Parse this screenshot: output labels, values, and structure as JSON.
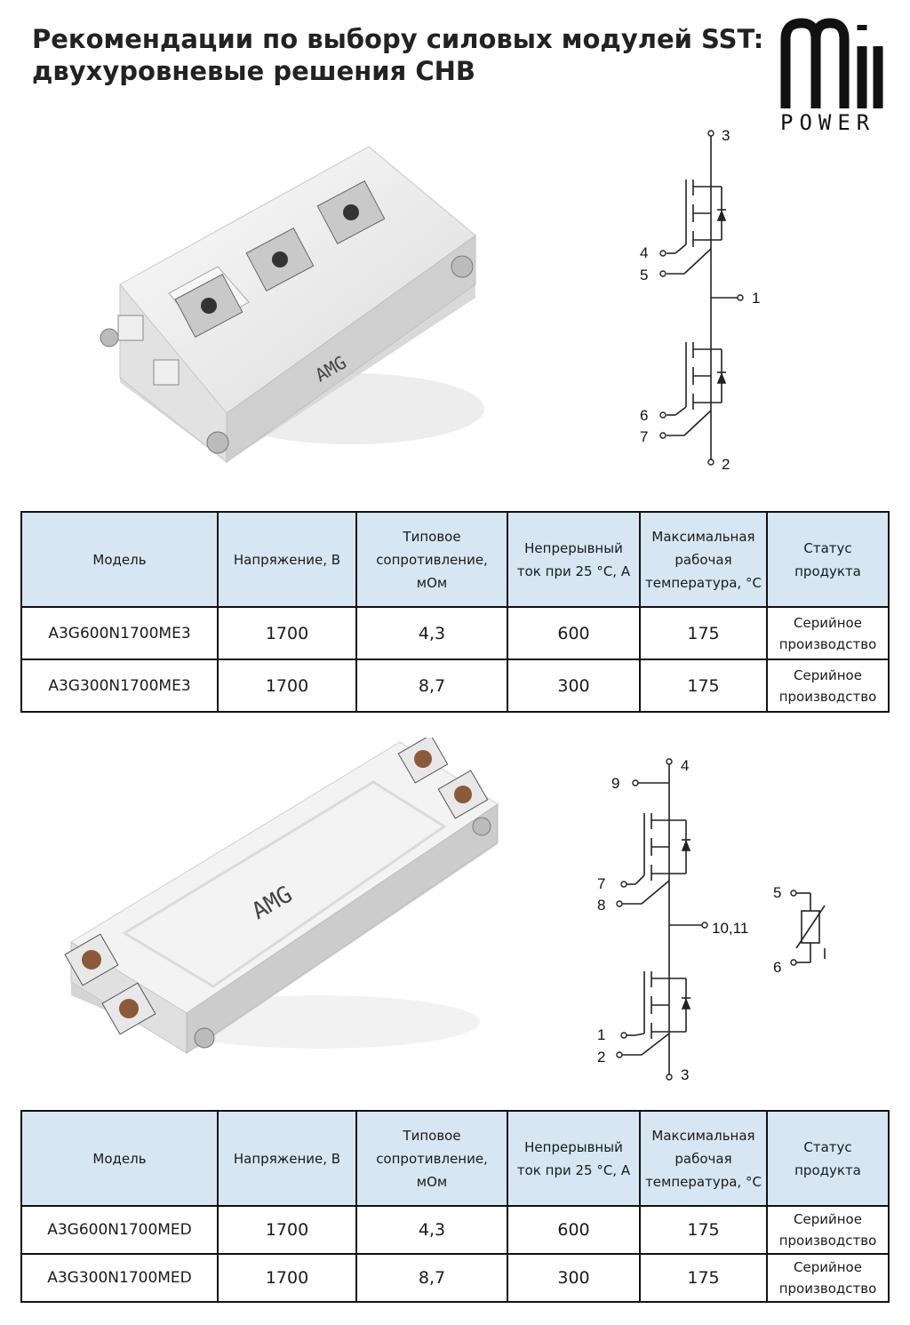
{
  "title": {
    "line1": "Рекомендации по выбору силовых модулей SST:",
    "line2": "двухуровневые решения CHB"
  },
  "brand": {
    "mark": "AMG",
    "word": "POWER"
  },
  "schematic_top": {
    "pins": [
      "3",
      "4",
      "5",
      "1",
      "6",
      "7",
      "2"
    ]
  },
  "schematic_bottom": {
    "pins": [
      "4",
      "9",
      "7",
      "8",
      "10,11",
      "1",
      "2",
      "3",
      "5",
      "6"
    ]
  },
  "table_headers": {
    "model": "Модель",
    "voltage": "Напряжение, В",
    "resistance": "Типовое сопротивление, мОм",
    "current": "Непрерывный ток при 25 °C, А",
    "temperature": "Максимальная рабочая температура, °C",
    "status": "Статус продукта"
  },
  "table_top": {
    "rows": [
      {
        "model": "A3G600N1700ME3",
        "voltage": "1700",
        "resistance": "4,3",
        "current": "600",
        "temperature": "175",
        "status": "Серийное производство"
      },
      {
        "model": "A3G300N1700ME3",
        "voltage": "1700",
        "resistance": "8,7",
        "current": "300",
        "temperature": "175",
        "status": "Серийное производство"
      }
    ]
  },
  "table_bottom": {
    "rows": [
      {
        "model": "A3G600N1700MED",
        "voltage": "1700",
        "resistance": "4,3",
        "current": "600",
        "temperature": "175",
        "status": "Серийное производство"
      },
      {
        "model": "A3G300N1700MED",
        "voltage": "1700",
        "resistance": "8,7",
        "current": "300",
        "temperature": "175",
        "status": "Серийное производство"
      }
    ]
  },
  "colors": {
    "header_fill": "#d6e6f2",
    "border": "#111111",
    "module_body": "#f1f1f1"
  }
}
